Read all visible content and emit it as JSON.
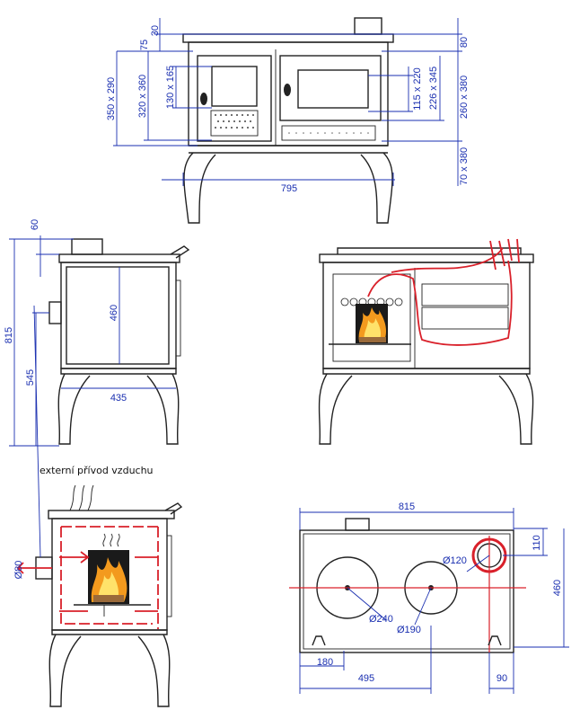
{
  "front": {
    "dims": {
      "top_gap": "30",
      "top_plate": "75",
      "body_height": "350 x 290",
      "door_outer": "320 x 360",
      "firebox": "130 x 165",
      "oven_inner": "115 x 220",
      "oven_outer": "226 x 345",
      "right_top": "80",
      "right_mid": "260 x 380",
      "right_bottom": "70 x 380",
      "width": "795"
    }
  },
  "side": {
    "dims": {
      "flue": "60",
      "height": "815",
      "door": "460",
      "air_inlet_height": "545",
      "depth": "435"
    }
  },
  "airflow": {
    "caption": "externí přívod vzduchu",
    "inlet": "Ø80"
  },
  "top_view": {
    "dims": {
      "width": "815",
      "flue_offset": "110",
      "depth": "460",
      "flue_dia": "Ø120",
      "ring_large": "Ø240",
      "ring_small": "Ø190",
      "left_offset": "180",
      "center_offset": "495",
      "right_offset": "90"
    }
  },
  "colors": {
    "dimension": "#1a2fb0",
    "airflow": "#d9202a",
    "outline": "#222222"
  }
}
